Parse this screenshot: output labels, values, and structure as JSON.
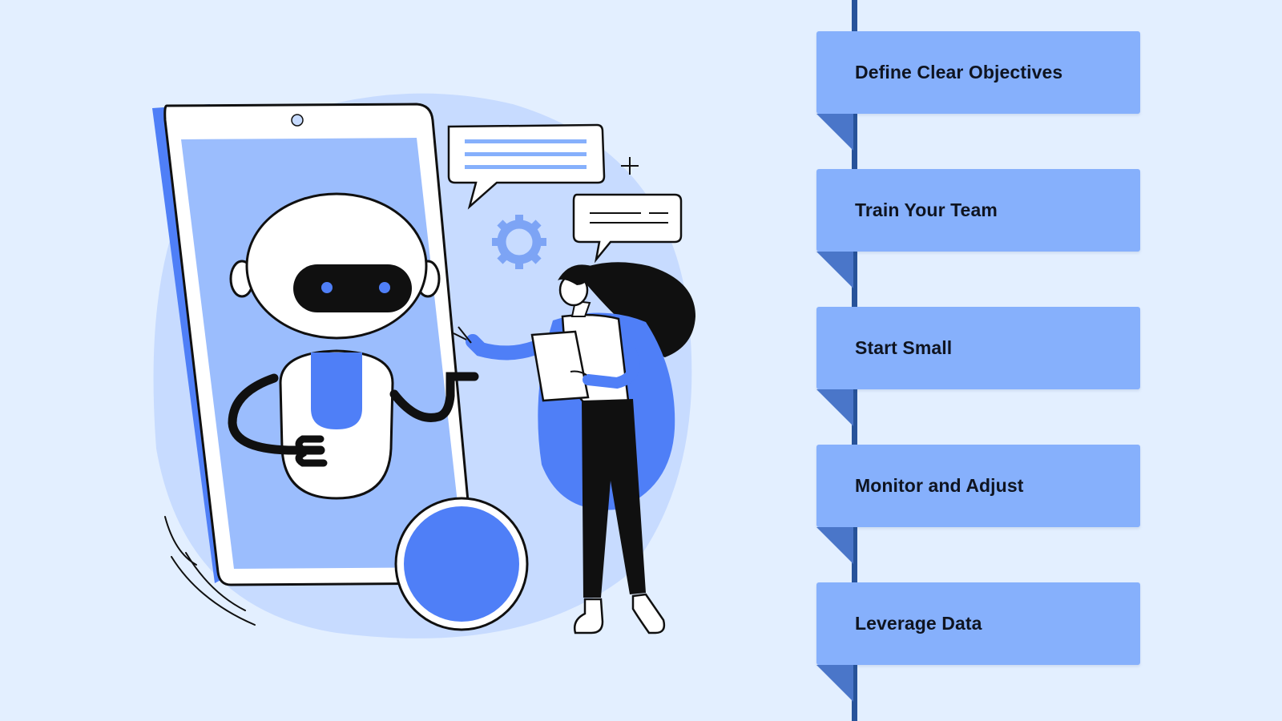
{
  "steps": [
    {
      "label": "Define Clear Objectives"
    },
    {
      "label": "Train Your Team"
    },
    {
      "label": "Start Small"
    },
    {
      "label": "Monitor and Adjust"
    },
    {
      "label": "Leverage Data"
    }
  ],
  "colors": {
    "background": "#e3efff",
    "step_fill": "#86b0fc",
    "step_fold": "#4a76c9",
    "timeline": "#27539a",
    "accent_blue": "#4f7ff7",
    "screen_blue": "#9bbdfd",
    "blob_blue": "#c7dbff"
  },
  "icons": [
    "robot-icon",
    "phone-icon",
    "gear-icon",
    "chat-bubble-icon",
    "sparkle-icon",
    "person-icon"
  ]
}
